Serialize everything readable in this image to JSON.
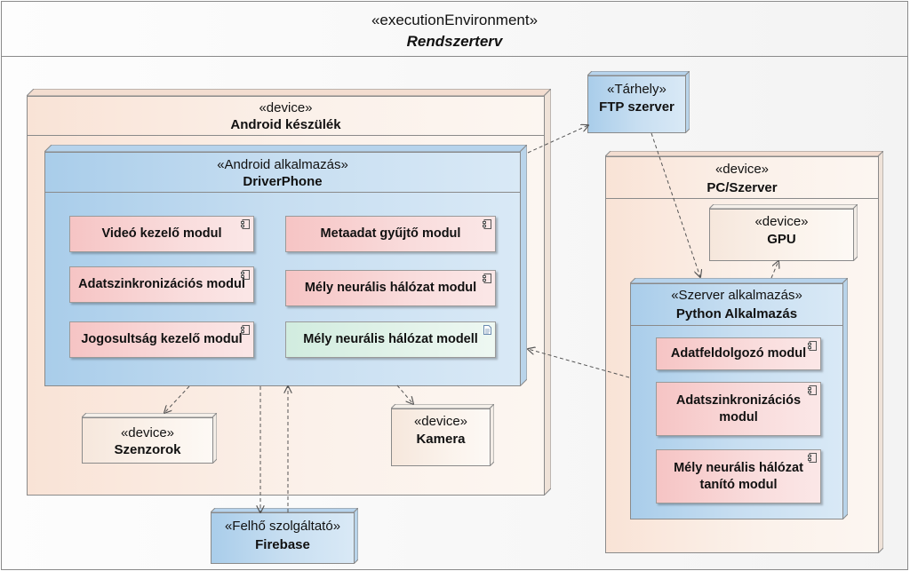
{
  "environment": {
    "stereotype": "«executionEnvironment»",
    "name": "Rendszerterv"
  },
  "android_device": {
    "stereotype": "«device»",
    "name": "Android készülék"
  },
  "android_app": {
    "stereotype": "«Android alkalmazás»",
    "name": "DriverPhone",
    "components": [
      "Videó kezelő modul",
      "Metaadat gyűjtő modul",
      "Adatszinkronizációs modul",
      "Mély neurális hálózat modul",
      "Jogosultság kezelő modul",
      "Mély neurális hálózat modell"
    ]
  },
  "sensors": {
    "stereotype": "«device»",
    "name": "Szenzorok"
  },
  "camera": {
    "stereotype": "«device»",
    "name": "Kamera"
  },
  "firebase": {
    "stereotype": "«Felhő szolgáltató»",
    "name": "Firebase"
  },
  "ftp": {
    "stereotype": "«Tárhely»",
    "name": "FTP szerver"
  },
  "pc": {
    "stereotype": "«device»",
    "name": "PC/Szerver"
  },
  "gpu": {
    "stereotype": "«device»",
    "name": "GPU"
  },
  "server_app": {
    "stereotype": "«Szerver alkalmazás»",
    "name": "Python Alkalmazás",
    "components": [
      "Adatfeldolgozó modul",
      "Adatszinkronizációs modul",
      "Mély neurális hálózat tanító modul"
    ]
  },
  "colors": {
    "node": "#f9e3d6",
    "app": "#c7def1",
    "component": "#f9dcdc",
    "artifact": "#e3f3ea",
    "border": "#8a8a8a"
  }
}
